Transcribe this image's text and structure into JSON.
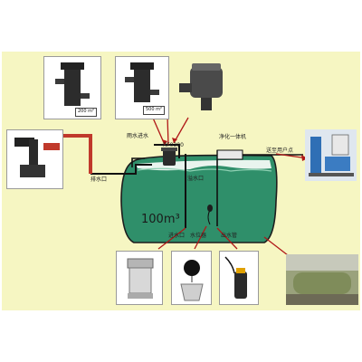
{
  "labels": {
    "rain_inlet": "雨水进水",
    "filter_model": "RF0300",
    "pump_unit": "净化一体机",
    "pipe_right": "送至用户点",
    "drain": "排水口",
    "overflow": "溢水口",
    "level_sensor": "水位器",
    "inlet_float": "进水口",
    "pump_outlet": "出水管",
    "volume": "100m³"
  },
  "badges": {
    "filter_a": "200 m²",
    "filter_b": "500 m²"
  },
  "colors": {
    "tank_fill": "#2f8f6a",
    "panel_bg": "#f6f6c2",
    "arrow_red": "#b01818"
  }
}
